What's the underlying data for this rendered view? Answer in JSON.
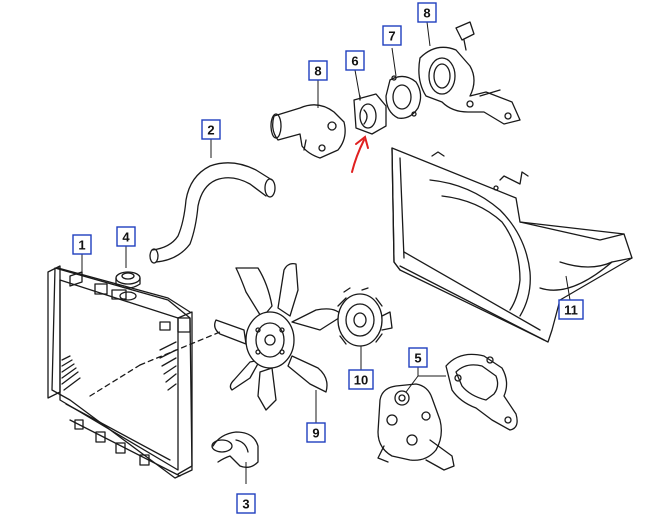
{
  "callouts": [
    {
      "id": "1",
      "label": "1"
    },
    {
      "id": "2",
      "label": "2"
    },
    {
      "id": "3",
      "label": "3"
    },
    {
      "id": "4",
      "label": "4"
    },
    {
      "id": "5",
      "label": "5"
    },
    {
      "id": "6",
      "label": "6"
    },
    {
      "id": "7",
      "label": "7"
    },
    {
      "id": "8a",
      "label": "8"
    },
    {
      "id": "8b",
      "label": "8"
    },
    {
      "id": "9",
      "label": "9"
    },
    {
      "id": "10",
      "label": "10"
    },
    {
      "id": "11",
      "label": "11"
    }
  ],
  "colors": {
    "callout_border": "#1f3fbf",
    "linework": "#1a1a1a",
    "annotation_arrow": "#e02020"
  }
}
